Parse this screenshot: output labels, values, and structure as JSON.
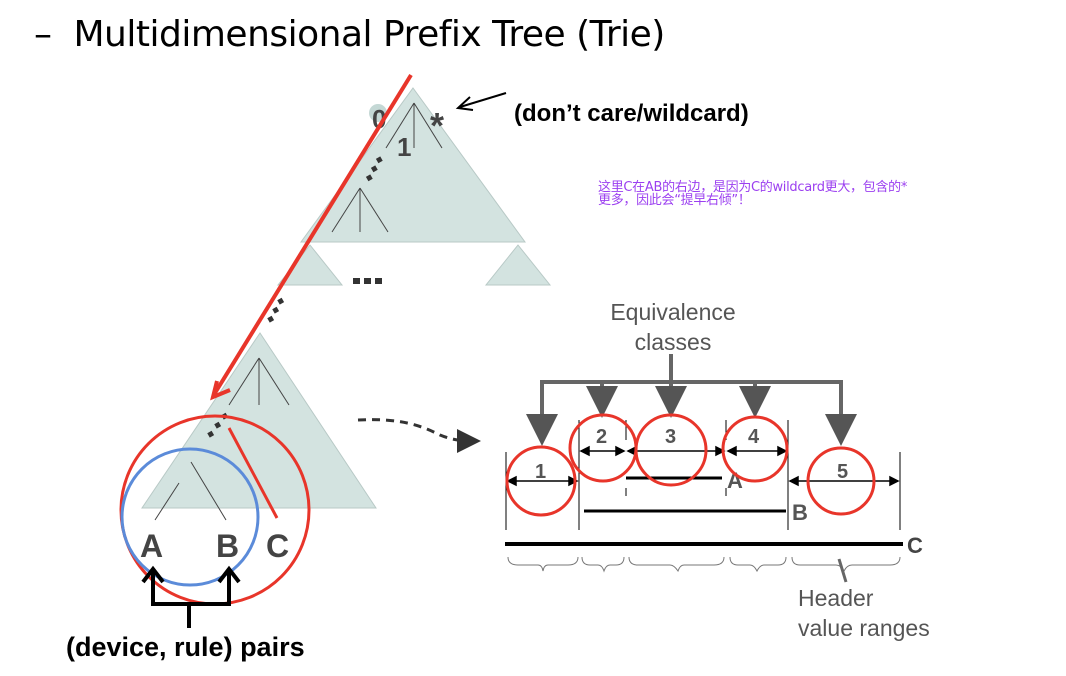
{
  "slide": {
    "title_dash": "–",
    "title": "Multidimensional Prefix Tree (Trie)",
    "wildcard_label": "(don’t care/wildcard)",
    "annotation_note": {
      "line1": "这里C在AB的右边，是因为C的wildcard更大，包含的*",
      "line2": "更多，因此会“提早右倾”！",
      "color": "#9b3ff0"
    },
    "pairs_label": "(device, rule) pairs"
  },
  "trie": {
    "branch_labels": [
      "0",
      "1",
      "*"
    ],
    "ellipsis": "...",
    "leaf_labels": [
      "A",
      "B",
      "C"
    ],
    "fill_color": "#d3e3e0",
    "path_color": "#e8352a",
    "inner_circle_color": "#5b8bd9",
    "outer_circle_color": "#e8352a"
  },
  "equivalence": {
    "title_line1": "Equivalence",
    "title_line2": "classes",
    "classes": [
      "1",
      "2",
      "3",
      "4",
      "5"
    ],
    "rule_labels": [
      "A",
      "B",
      "C"
    ],
    "header_line1": "Header",
    "header_line2": "value ranges"
  }
}
